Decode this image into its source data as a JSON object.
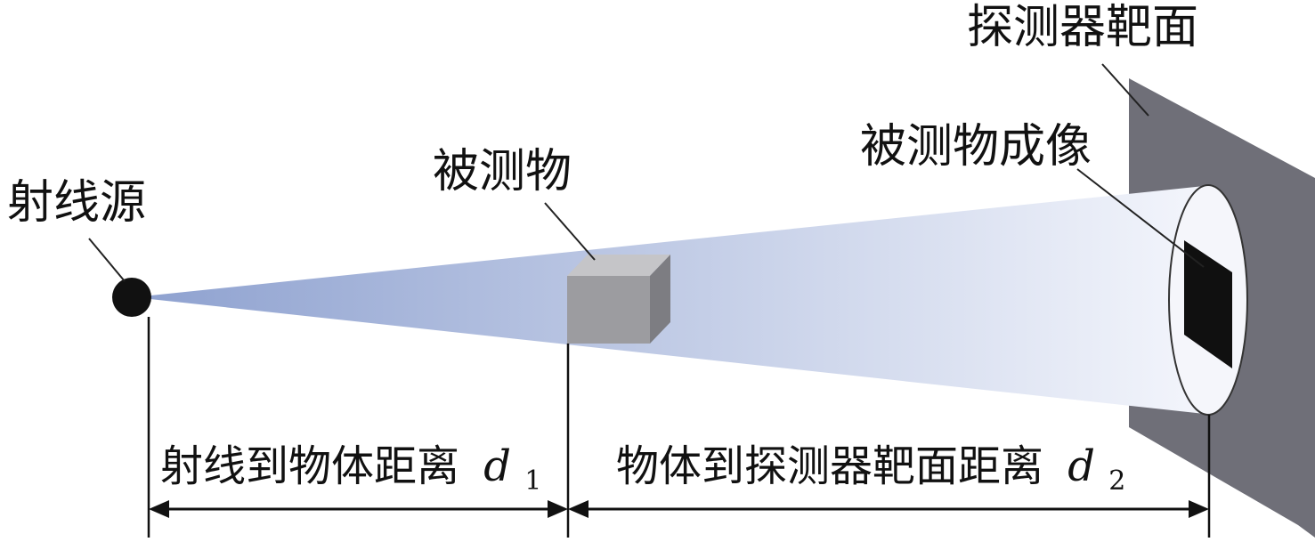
{
  "labels": {
    "source": "射线源",
    "object": "被测物",
    "detector": "探测器靶面",
    "object_image": "被测物成像"
  },
  "dimensions": {
    "d1": {
      "text": "射线到物体距离",
      "symbol": "d",
      "subscript": "1"
    },
    "d2": {
      "text": "物体到探测器靶面距离",
      "symbol": "d",
      "subscript": "2"
    }
  },
  "colors": {
    "beam_start": "#8fa2d0",
    "beam_end": "#f4f6fc",
    "detector_plate": "#6f6f78",
    "object_front": "#9c9ca0",
    "object_top": "#c5c5c8",
    "object_side": "#7d7d82",
    "image_square": "#101010",
    "source_dot": "#111111"
  }
}
